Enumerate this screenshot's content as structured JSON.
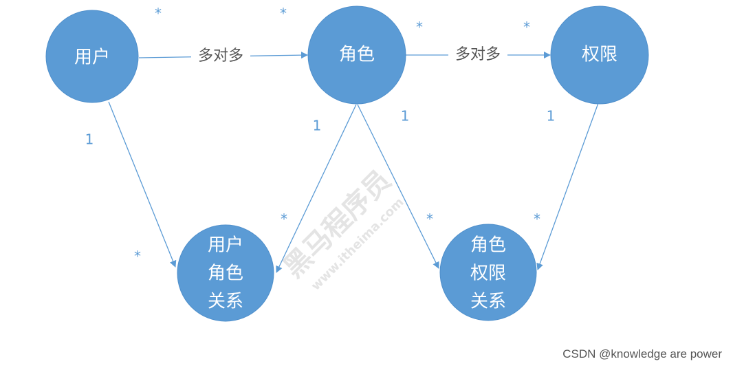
{
  "watermark": {
    "brand": "黑马程序员",
    "site": "www.itheima.com"
  },
  "nodes": {
    "user": {
      "label": "用户"
    },
    "role": {
      "label": "角色"
    },
    "permission": {
      "label": "权限"
    },
    "user_role": {
      "lines": [
        "用户",
        "角色",
        "关系"
      ]
    },
    "role_permission": {
      "lines": [
        "角色",
        "权限",
        "关系"
      ]
    }
  },
  "edges": {
    "user_role_label": "多对多",
    "role_permission_label": "多对多"
  },
  "cardinality": {
    "one": "1",
    "many": "*"
  },
  "credit": "CSDN @knowledge are power",
  "colors": {
    "node_fill": "#5b9bd5",
    "node_text": "#ffffff",
    "line": "#5b9bd5",
    "label_text": "#555555"
  }
}
